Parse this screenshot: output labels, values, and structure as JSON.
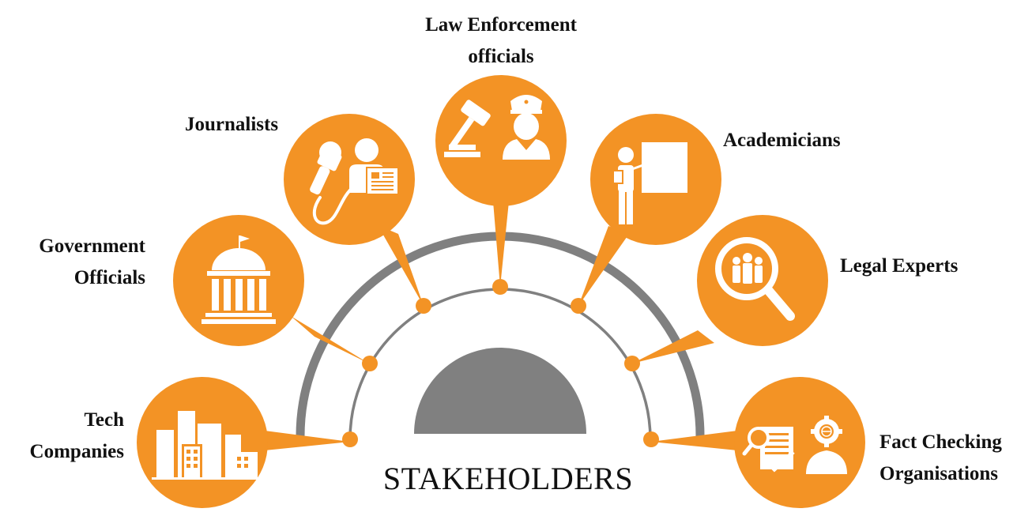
{
  "title": "STAKEHOLDERS",
  "colors": {
    "accent": "#F39325",
    "arc_gray": "#808080",
    "text": "#111111",
    "background": "#ffffff"
  },
  "stakeholders": [
    {
      "id": "tech-companies",
      "lines": [
        "Tech",
        "Companies"
      ],
      "icon": "buildings-icon"
    },
    {
      "id": "government-officials",
      "lines": [
        "Government",
        "Officials"
      ],
      "icon": "capitol-building-icon"
    },
    {
      "id": "journalists",
      "lines": [
        "Journalists"
      ],
      "icon": "microphone-reporter-icon"
    },
    {
      "id": "law-enforcement-officials",
      "lines": [
        "Law Enforcement",
        "officials"
      ],
      "icon": "gavel-police-officer-icon"
    },
    {
      "id": "academicians",
      "lines": [
        "Academicians"
      ],
      "icon": "teacher-board-icon"
    },
    {
      "id": "legal-experts",
      "lines": [
        "Legal Experts"
      ],
      "icon": "magnifier-people-icon"
    },
    {
      "id": "fact-checking-organisations",
      "lines": [
        "Fact Checking",
        "Organisations"
      ],
      "icon": "document-check-gear-icon"
    }
  ]
}
